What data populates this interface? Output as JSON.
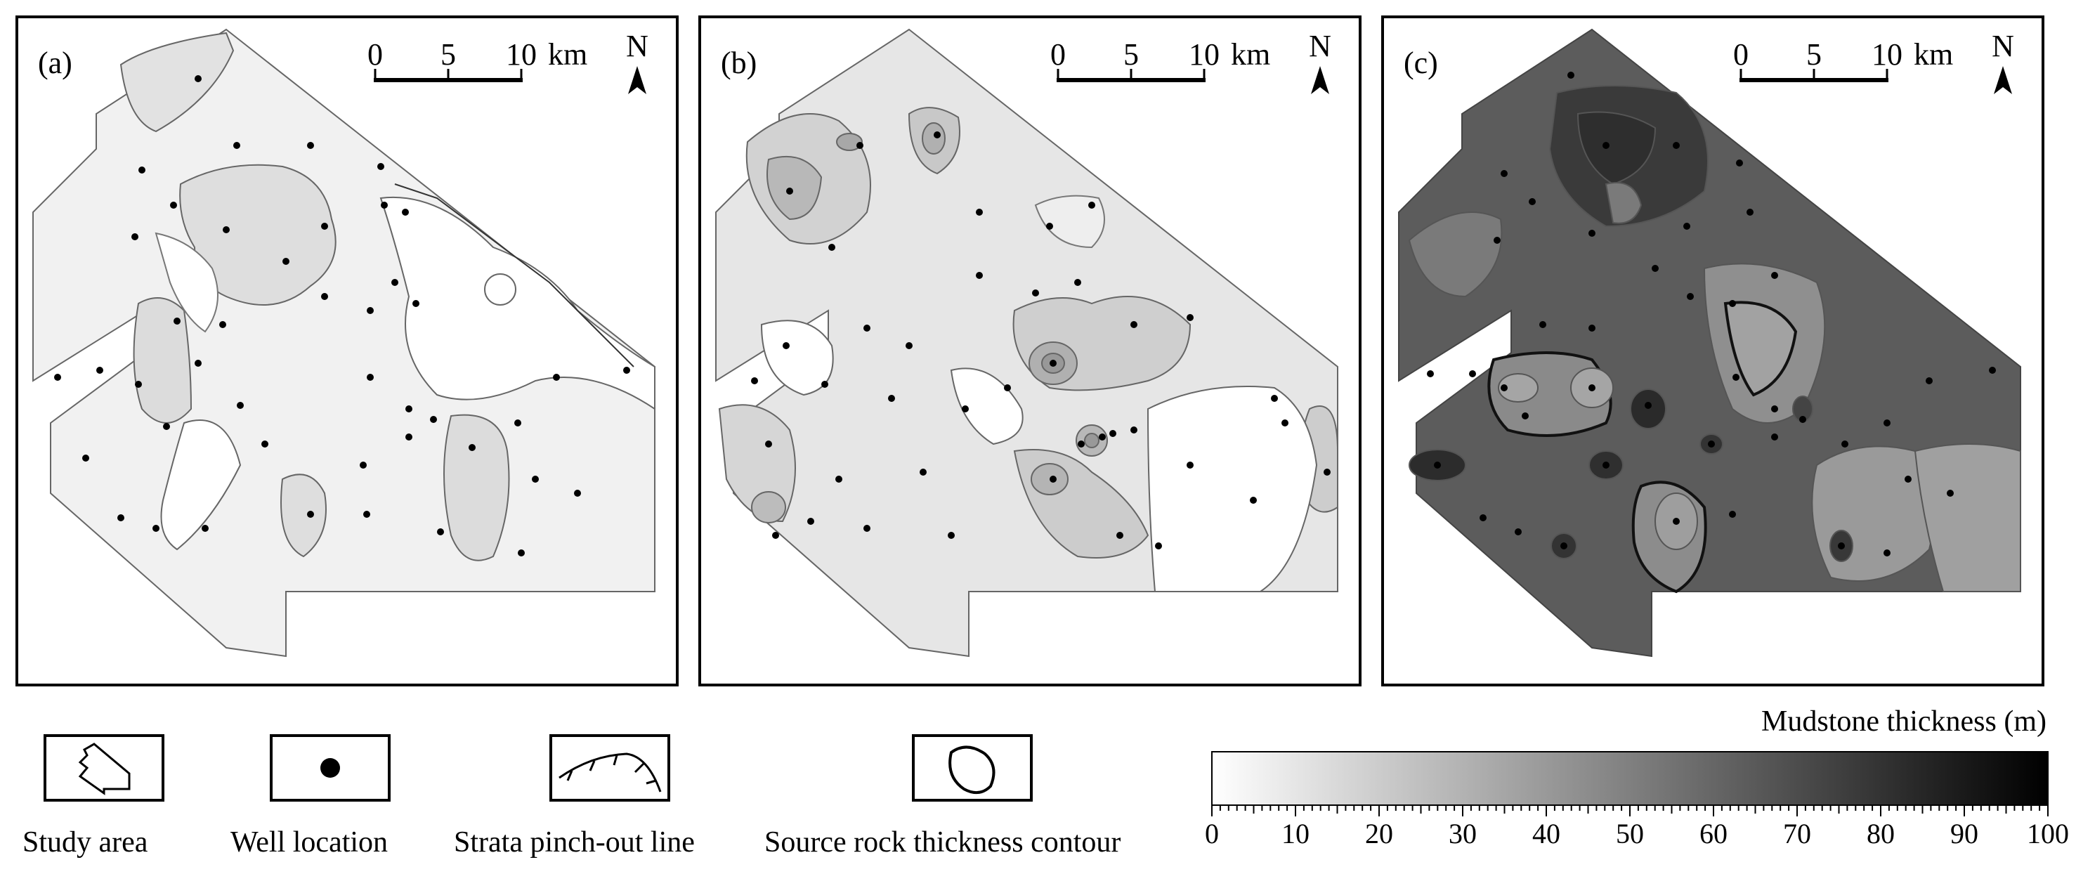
{
  "panels": [
    {
      "label": "(a)",
      "scale": {
        "ticks": [
          "0",
          "5",
          "10"
        ],
        "unit": "km"
      },
      "north": "N"
    },
    {
      "label": "(b)",
      "scale": {
        "ticks": [
          "0",
          "5",
          "10"
        ],
        "unit": "km"
      },
      "north": "N"
    },
    {
      "label": "(c)",
      "scale": {
        "ticks": [
          "0",
          "5",
          "10"
        ],
        "unit": "km"
      },
      "north": "N"
    }
  ],
  "legend": {
    "items": [
      {
        "label": "Study area",
        "icon": "study-area-outline-icon"
      },
      {
        "label": "Well location",
        "icon": "well-dot-icon"
      },
      {
        "label": "Strata pinch-out line",
        "icon": "pinch-out-line-icon"
      },
      {
        "label": "Source rock thickness contour",
        "icon": "contour-loop-icon"
      }
    ]
  },
  "colorbar": {
    "title": "Mudstone thickness (m)",
    "min": 0,
    "max": 100,
    "tick_labels": [
      "0",
      "10",
      "20",
      "30",
      "40",
      "50",
      "60",
      "70",
      "80",
      "90",
      "100"
    ],
    "color_low": "#ffffff",
    "color_high": "#000000"
  }
}
